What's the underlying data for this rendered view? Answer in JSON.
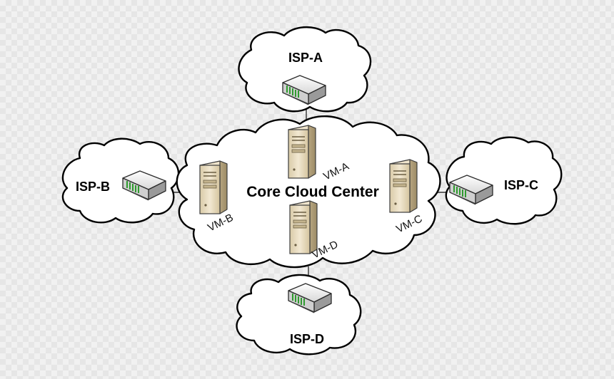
{
  "diagram": {
    "core": {
      "label": "Core Cloud Center"
    },
    "isps": [
      {
        "id": "a",
        "label": "ISP-A"
      },
      {
        "id": "b",
        "label": "ISP-B"
      },
      {
        "id": "c",
        "label": "ISP-C"
      },
      {
        "id": "d",
        "label": "ISP-D"
      }
    ],
    "vms": [
      {
        "id": "a",
        "label": "VM-A"
      },
      {
        "id": "b",
        "label": "VM-B"
      },
      {
        "id": "c",
        "label": "VM-C"
      },
      {
        "id": "d",
        "label": "VM-D"
      }
    ],
    "icons": {
      "router": "router-icon",
      "server": "server-icon",
      "cloud": "cloud-shape"
    },
    "colors": {
      "background": "#f1f1f1",
      "cloud_fill": "#ffffff",
      "cloud_stroke": "#000000",
      "server_body": "#e9dcc0",
      "router_accent": "#2f9a2f"
    }
  }
}
